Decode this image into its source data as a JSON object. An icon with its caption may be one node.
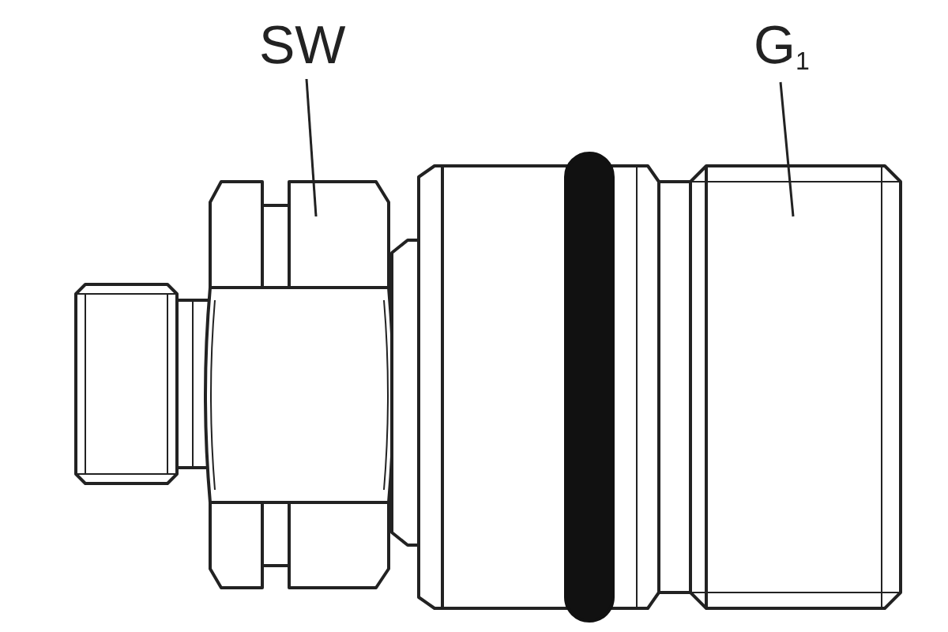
{
  "diagram": {
    "nodes": [
      {
        "text": [
          "SW"
        ]
      },
      {
        "text": [
          "G$_{1}$"
        ]
      }
    ],
    "edges": [
      {
        "from": 0,
        "to": null,
        "arrow": "none"
      },
      {
        "from": 1,
        "to": null,
        "arrow": "none"
      }
    ]
  }
}
